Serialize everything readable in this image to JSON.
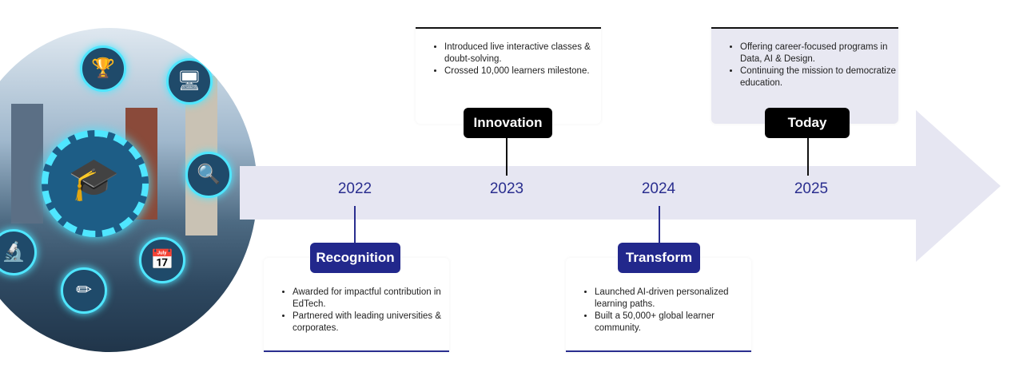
{
  "years": [
    "2022",
    "2023",
    "2024",
    "2025"
  ],
  "milestones": [
    {
      "label": "Recognition",
      "year": "2022",
      "bullets": [
        "Awarded for impactful contribution in EdTech.",
        "Partnered with leading universities & corporates."
      ]
    },
    {
      "label": "Innovation",
      "year": "2023",
      "bullets": [
        "Introduced live interactive classes & doubt-solving.",
        "Crossed 10,000 learners milestone."
      ]
    },
    {
      "label": "Transform",
      "year": "2024",
      "bullets": [
        "Launched AI-driven personalized learning paths.",
        "Built a 50,000+ global learner community."
      ]
    },
    {
      "label": "Today",
      "year": "2025",
      "bullets": [
        "Offering career-focused programs in Data, AI & Design.",
        "Continuing the mission to democratize education."
      ]
    }
  ],
  "colors": {
    "navy": "#2a2e8f",
    "black": "#000000",
    "band": "#e6e6f2"
  }
}
